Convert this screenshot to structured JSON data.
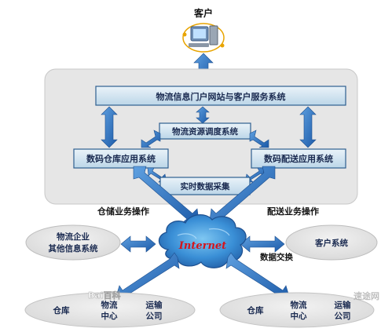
{
  "client": {
    "label": "客户"
  },
  "portal": {
    "label": "物流信息门户网站与客户服务系统"
  },
  "dispatch": {
    "label": "物流资源调度系统"
  },
  "warehouse_app": {
    "label": "数码仓库应用系统"
  },
  "delivery_app": {
    "label": "数码配送应用系统"
  },
  "realtime": {
    "label": "实时数据采集"
  },
  "warehouse_ops": {
    "label": "仓储业务操作"
  },
  "delivery_ops": {
    "label": "配送业务操作"
  },
  "internet": {
    "label": "Internet"
  },
  "other_info": {
    "line1": "物流企业",
    "line2": "其他信息系统"
  },
  "customer_system": {
    "label": "客户系统"
  },
  "data_exchange": {
    "label": "数据交换"
  },
  "left_nodes": {
    "warehouse": "仓库",
    "center_line1": "物流",
    "center_line2": "中心",
    "transport_line1": "运输",
    "transport_line2": "公司"
  },
  "right_nodes": {
    "warehouse": "仓库",
    "center_line1": "物流",
    "center_line2": "中心",
    "transport_line1": "运输",
    "transport_line2": "公司"
  },
  "watermarks": {
    "baidu": "Bai百科",
    "site": "速途网"
  },
  "colors": {
    "box_fill": "#cfe3ef",
    "box_stroke": "#2e5f8f",
    "arrow": "#2f74c0",
    "panel": "#e6e6e6",
    "ellipse": "#e4e4e4",
    "text_dark": "#1a2a50"
  }
}
